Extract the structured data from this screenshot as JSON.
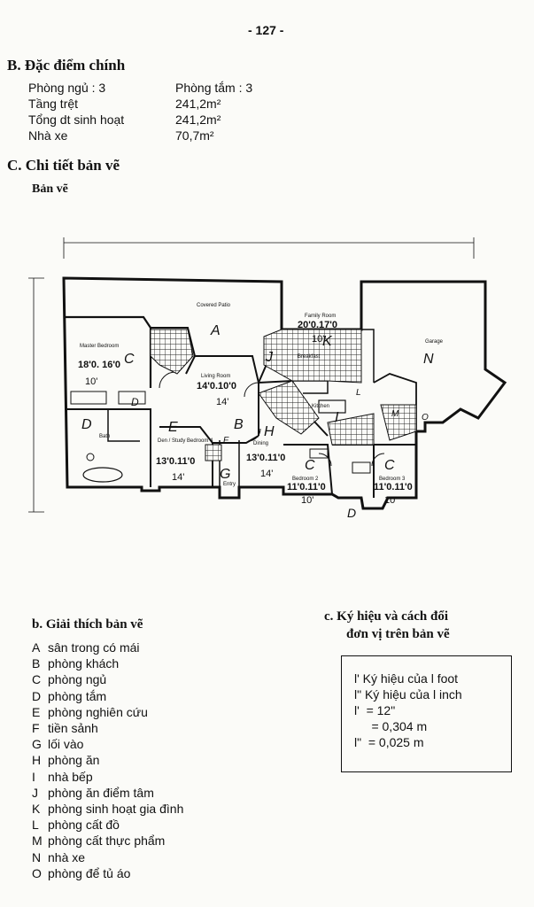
{
  "page_number": "- 127 -",
  "section_b": {
    "title": "B. Đặc điểm chính",
    "rows": [
      {
        "label": "Phòng ngủ : 3",
        "value": "Phòng tắm : 3"
      },
      {
        "label": "Tầng trệt",
        "value": "241,2m²"
      },
      {
        "label": "Tổng dt sinh hoạt",
        "value": "241,2m²"
      },
      {
        "label": "Nhà xe",
        "value": "70,7m²"
      }
    ]
  },
  "section_c": {
    "title": "C. Chi tiết bản vẽ",
    "subtitle": "Bản vẽ"
  },
  "plan": {
    "rooms": [
      {
        "name": "Covered Patio",
        "letter": "A"
      },
      {
        "name": "Family Room",
        "dims": "20'0.17'0",
        "size": "10'",
        "letter": "K"
      },
      {
        "name": "Garage",
        "letter": "N"
      },
      {
        "name": "Master Bedroom",
        "dims": "18'0. 16'0",
        "size": "10'",
        "letter": "C"
      },
      {
        "name": "Living Room",
        "dims": "14'0.10'0",
        "size": "14'",
        "letter": "B"
      },
      {
        "name": "Breakfast",
        "letter": "J"
      },
      {
        "name": "Kitchen",
        "letter": "I"
      },
      {
        "name": "Bath",
        "letter": "D"
      },
      {
        "name": "Den / Study Bedroom 4",
        "dims": "13'0.11'0",
        "size": "14'",
        "letter": "E"
      },
      {
        "name": "Entry",
        "letter": "G"
      },
      {
        "name": "Dining",
        "dims": "13'0.11'0",
        "size": "14'",
        "letter": "H"
      },
      {
        "name": "Bedroom 2",
        "dims": "11'0.11'0",
        "size": "10'",
        "letter": "C"
      },
      {
        "name": "Bedroom 3",
        "dims": "11'0.11'0",
        "size": "10'",
        "letter": "C"
      }
    ],
    "extra_letters": [
      "F",
      "L",
      "M",
      "O",
      "D",
      "D"
    ]
  },
  "legend": {
    "title": "b. Giải thích bản vẽ",
    "items": [
      {
        "code": "A",
        "text": "sân trong có mái"
      },
      {
        "code": "B",
        "text": "phòng khách"
      },
      {
        "code": "C",
        "text": "phòng ngủ"
      },
      {
        "code": "D",
        "text": "phòng tắm"
      },
      {
        "code": "E",
        "text": "phòng nghiên cứu"
      },
      {
        "code": "F",
        "text": "tiền sảnh"
      },
      {
        "code": "G",
        "text": "lối vào"
      },
      {
        "code": "H",
        "text": "phòng ăn"
      },
      {
        "code": "I",
        "text": "nhà bếp"
      },
      {
        "code": "J",
        "text": "phòng ăn điểm tâm"
      },
      {
        "code": "K",
        "text": "phòng sinh hoạt gia đình"
      },
      {
        "code": "L",
        "text": "phòng cất đồ"
      },
      {
        "code": "M",
        "text": "phòng cất thực phẩm"
      },
      {
        "code": "N",
        "text": "nhà xe"
      },
      {
        "code": "O",
        "text": "phòng để tủ áo"
      }
    ]
  },
  "symbols": {
    "title_line1": "c. Ký hiệu và cách đổi",
    "title_line2": "đơn vị trên bản vẽ",
    "lines": [
      "l' Ký hiệu của l foot",
      "l\" Ký hiệu của l inch",
      "l'  = 12\"",
      "     = 0,304 m",
      "l\"  = 0,025 m"
    ]
  }
}
